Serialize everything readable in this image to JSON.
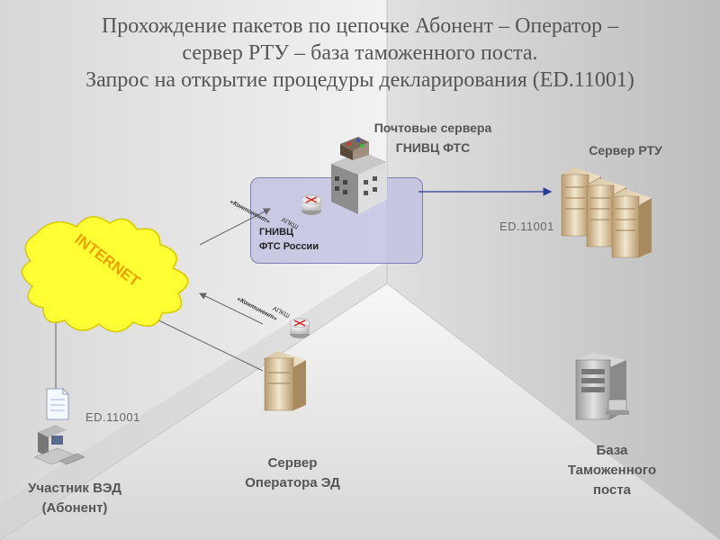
{
  "title": {
    "line1": "Прохождение пакетов по цепочке Абонент – Оператор –",
    "line2": "сервер РТУ – база таможенного поста.",
    "line3": "Запрос на открытие процедуры декларирования (ED.11001)"
  },
  "nodes": {
    "mail_servers": {
      "line1": "Почтовые сервера",
      "line2": "ГНИВЦ ФТС"
    },
    "rtu_server": {
      "label": "Сервер РТУ"
    },
    "gnivc_box": {
      "line1": "ГНИВЦ",
      "line2": "ФТС России"
    },
    "internet": {
      "label": "INTERNET"
    },
    "operator_server": {
      "line1": "Сервер",
      "line2": "Оператора ЭД"
    },
    "participant": {
      "line1": "Участник ВЭД",
      "line2": "(Абонент)"
    },
    "customs_db": {
      "line1": "База",
      "line2": "Таможенного",
      "line3": "поста"
    }
  },
  "message_labels": {
    "top": "ED.11001",
    "bottom": "ED.11001"
  },
  "router_labels": {
    "router1_line1": "АПКШ",
    "router1_line2": "«Континент»",
    "router2_line1": "АПКШ",
    "router2_line2": "«Континент»"
  },
  "colors": {
    "internet_fill": "#ffff33",
    "internet_text": "#f0a000",
    "box_fill": "#bebee1",
    "arrow_blue": "#2a3a9a",
    "router_red": "#dd2222"
  }
}
